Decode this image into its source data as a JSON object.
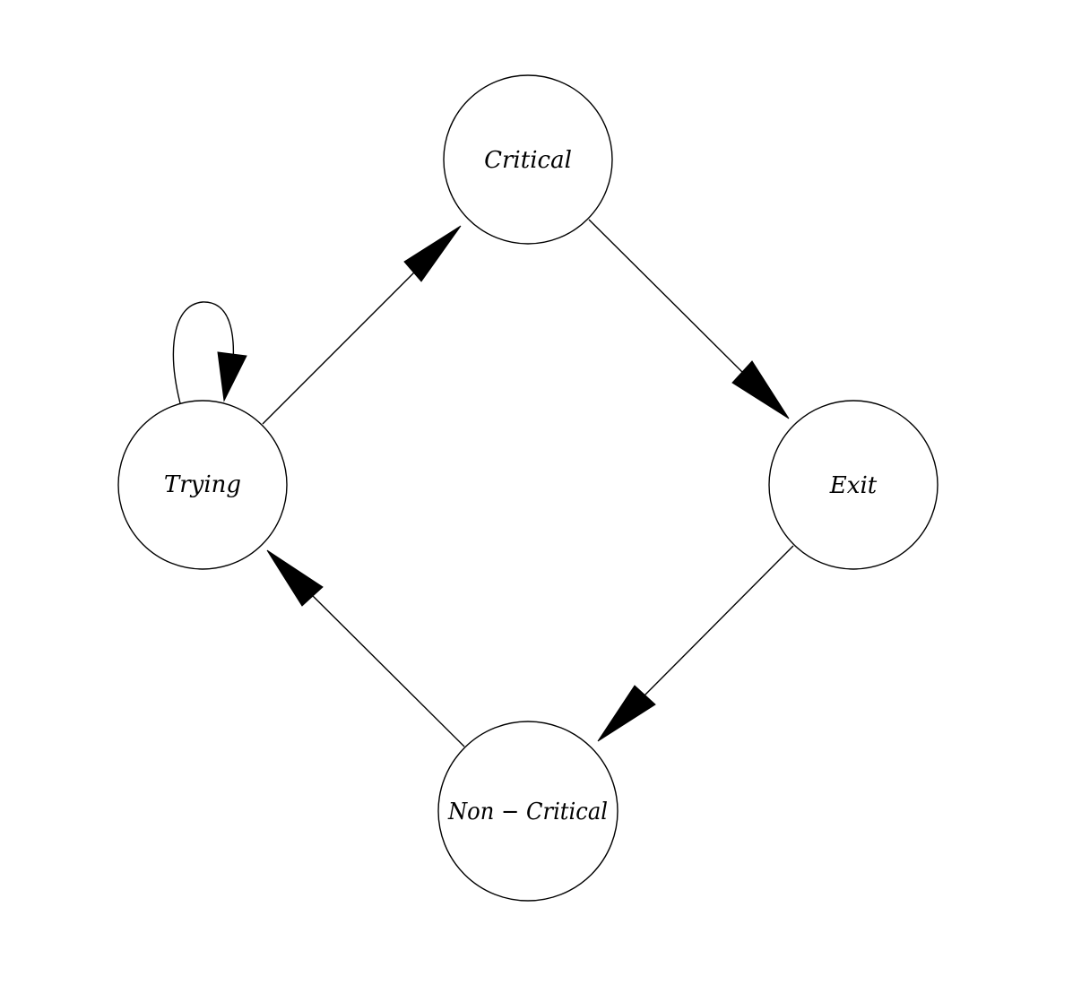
{
  "diagram": {
    "states": [
      {
        "id": "critical",
        "label": "Critical"
      },
      {
        "id": "exit",
        "label": "Exit"
      },
      {
        "id": "non-critical",
        "label": "Non − Critical"
      },
      {
        "id": "trying",
        "label": "Trying"
      }
    ],
    "transitions": [
      {
        "from": "trying",
        "to": "critical"
      },
      {
        "from": "critical",
        "to": "exit"
      },
      {
        "from": "exit",
        "to": "non-critical"
      },
      {
        "from": "non-critical",
        "to": "trying"
      },
      {
        "from": "trying",
        "to": "trying"
      }
    ],
    "colors": {
      "stroke": "#000000",
      "fill": "#ffffff",
      "background": "#ffffff"
    }
  }
}
